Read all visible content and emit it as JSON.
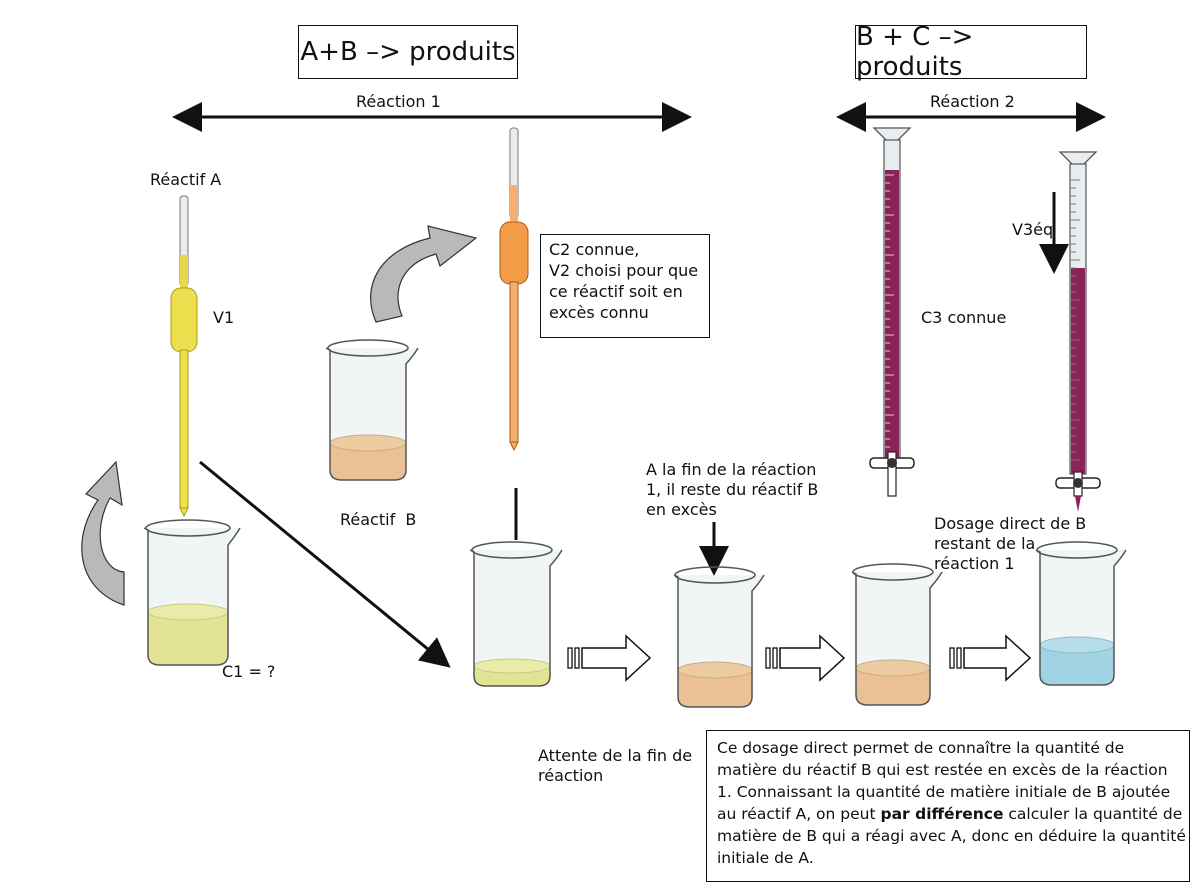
{
  "equations": {
    "left": "A+B –> produits",
    "right": "B + C –> produits"
  },
  "reactions": {
    "r1": "Réaction 1",
    "r2": "Réaction 2"
  },
  "labels": {
    "reactif_a": "Réactif A",
    "v1": "V1",
    "reactif_b": "Réactif  B",
    "c1": "C1 = ?",
    "c3": "C3 connue",
    "v3eq": "V3éq",
    "attente": [
      "Attente de la fin de",
      "réaction"
    ],
    "fin_reaction": [
      "A la fin de la réaction",
      "1, il reste du réactif B",
      "en excès"
    ],
    "dosage": [
      "Dosage direct de B",
      "restant de la",
      "réaction 1"
    ]
  },
  "c2_box": [
    "C2 connue,",
    "V2 choisi pour que",
    "ce réactif soit en",
    "excès connu"
  ],
  "explanation": {
    "l1": "Ce dosage direct permet de connaître la quantité de",
    "l2": "matière du réactif B qui est restée en excès de la réaction",
    "l3": "1. Connaissant la quantité de matière initiale de B ajoutée",
    "l4a": "au réactif A, on peut ",
    "l4b": "par différence",
    "l4c": " calculer la quantité de",
    "l5": "matière de B qui a réagi avec A, donc en déduire la quantité",
    "l6": "initiale de A."
  },
  "colors": {
    "yellow": "#e6dc3c",
    "orange": "#f08a28",
    "purple": "#8a2458",
    "blue": "#4fb4d8",
    "glass": "#dfeaea"
  }
}
